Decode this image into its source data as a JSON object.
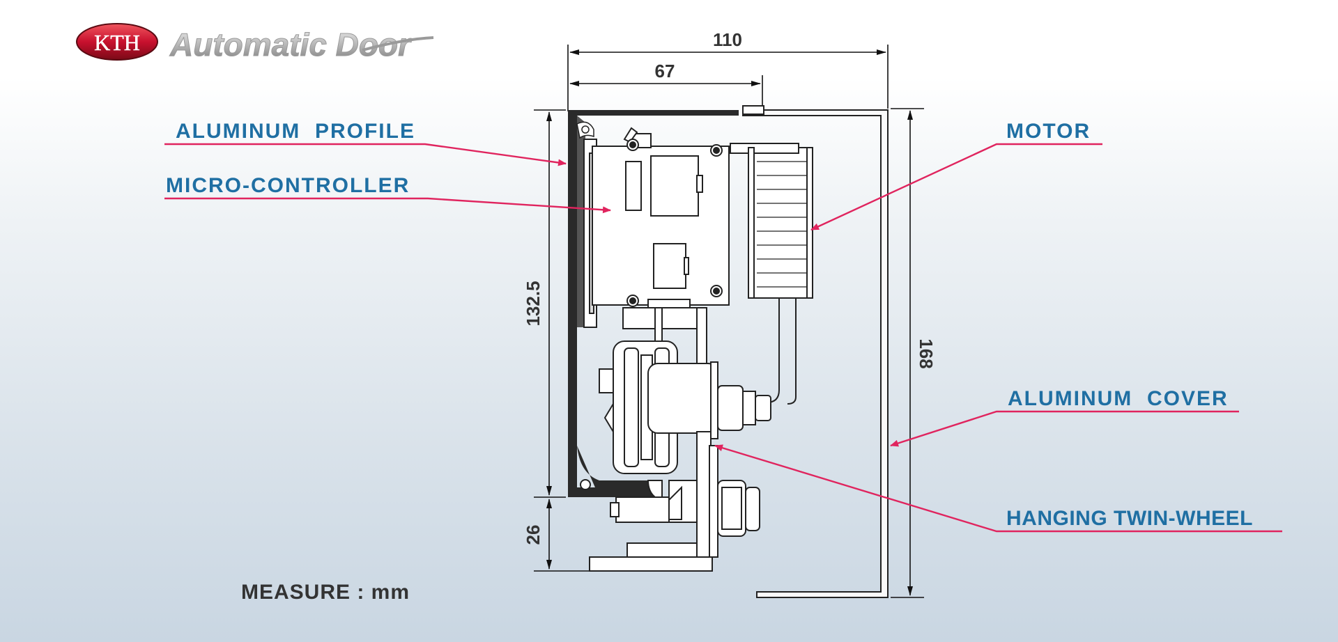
{
  "logo": {
    "badge_text": "KTH",
    "wordmark": "Automatic Door"
  },
  "dimensions": {
    "width_total": "110",
    "width_inner": "67",
    "height_profile": "132.5",
    "height_bottom": "26",
    "height_total": "168"
  },
  "callouts": {
    "aluminum_profile": "ALUMINUM  PROFILE",
    "micro_controller": "MICRO-CONTROLLER",
    "motor": "MOTOR",
    "aluminum_cover": "ALUMINUM  COVER",
    "hanging_twin_wheel": "HANGING TWIN-WHEEL"
  },
  "measure_note": "MEASURE : mm",
  "colors": {
    "callout_text": "#1f6fa3",
    "leader_line": "#e0245e",
    "drawing": "#222222",
    "logo_red": "#c8102e"
  }
}
